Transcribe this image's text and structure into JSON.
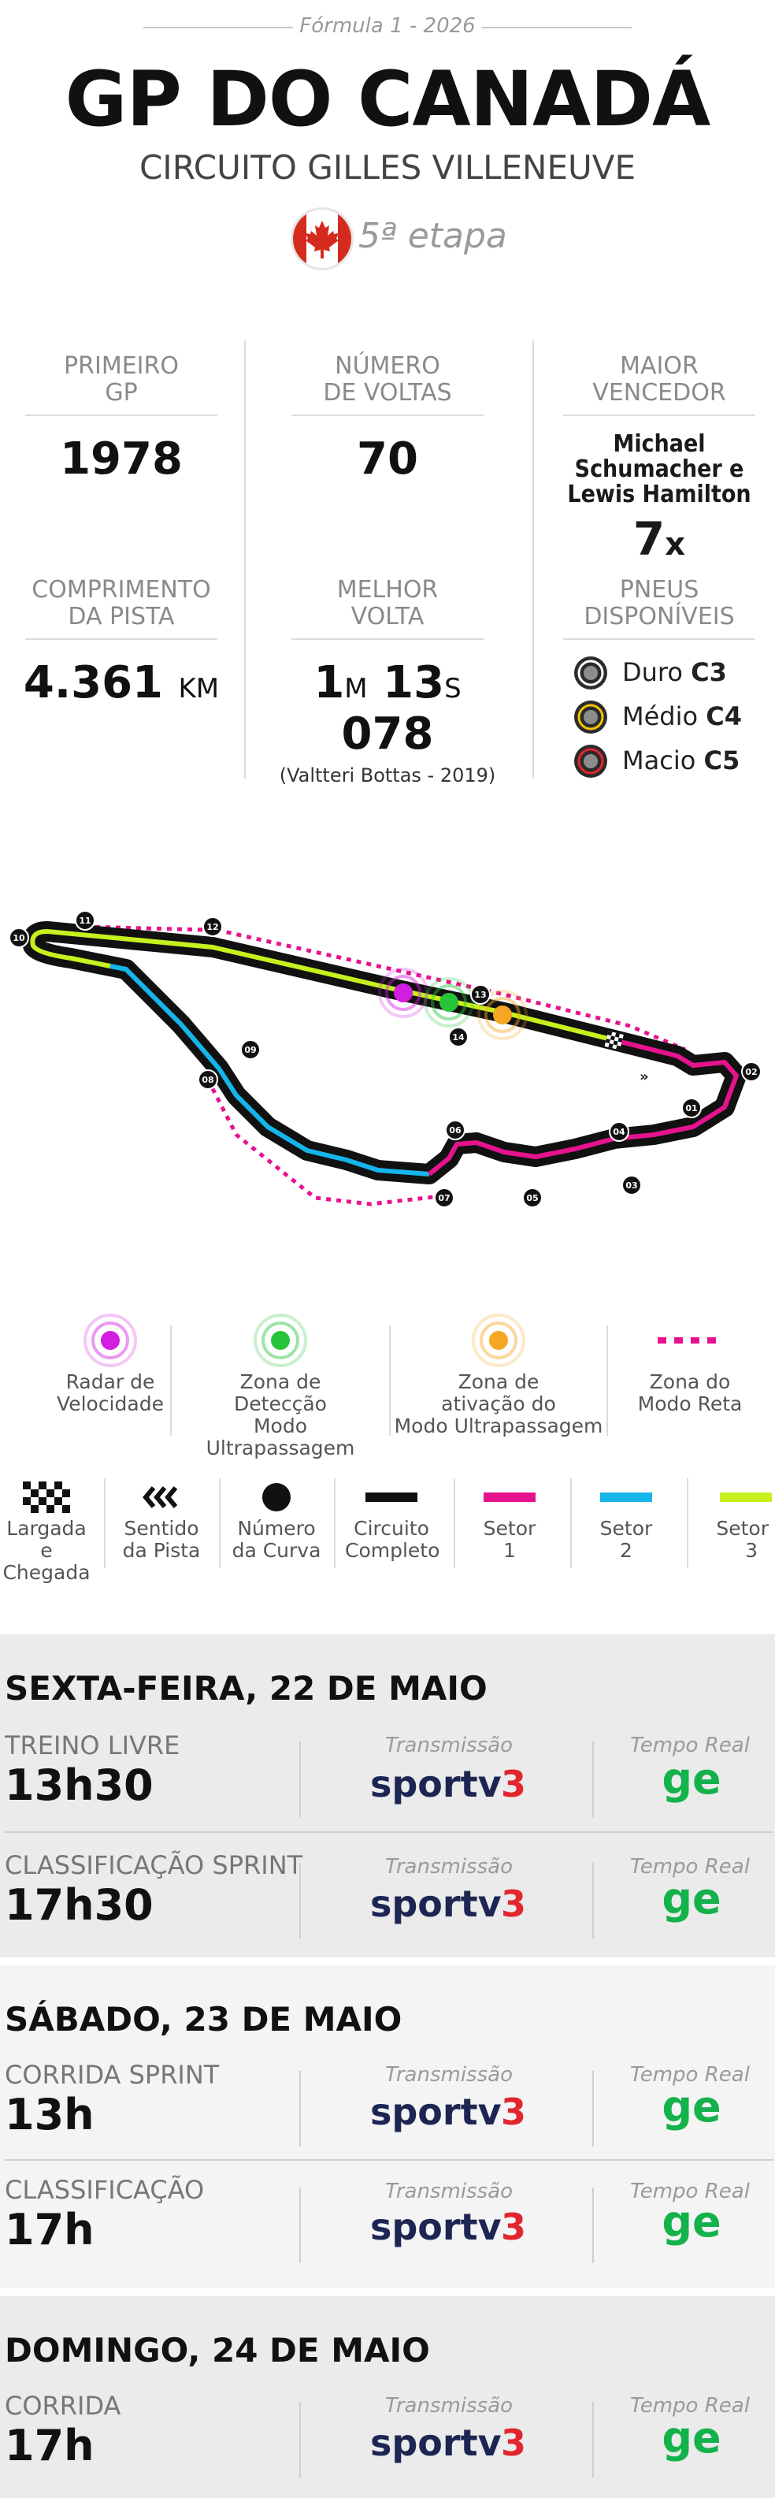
{
  "header": {
    "season": "Fórmula 1 - 2026",
    "title": "GP DO CANADÁ",
    "circuit": "CIRCUITO GILLES VILLENEUVE",
    "stage": "5ª etapa"
  },
  "stats": {
    "first_gp": {
      "label_l1": "PRIMEIRO",
      "label_l2": "GP",
      "value": "1978"
    },
    "laps": {
      "label_l1": "NÚMERO",
      "label_l2": "DE VOLTAS",
      "value": "70"
    },
    "top_winner": {
      "label_l1": "MAIOR",
      "label_l2": "VENCEDOR",
      "name_l1": "Michael",
      "name_l2": "Schumacher e",
      "name_l3": "Lewis Hamilton",
      "count": "7",
      "count_suffix": "x"
    },
    "track_length": {
      "label_l1": "COMPRIMENTO",
      "label_l2": "DA PISTA",
      "value": "4.361",
      "unit": "KM"
    },
    "best_lap": {
      "label_l1": "MELHOR",
      "label_l2": "VOLTA",
      "min": "1",
      "min_unit": "M",
      "sec": "13",
      "sec_unit": "S",
      "ms": "078",
      "by": "(Valtteri Bottas  - 2019)"
    },
    "tyres": {
      "label_l1": "PNEUS",
      "label_l2": "DISPONÍVEIS",
      "items": [
        {
          "name": "Duro",
          "code": "C3",
          "color": "#ffffff"
        },
        {
          "name": "Médio",
          "code": "C4",
          "color": "#f5c400"
        },
        {
          "name": "Macio",
          "code": "C5",
          "color": "#e3262d"
        }
      ]
    }
  },
  "track": {
    "turns": [
      "01",
      "02",
      "03",
      "04",
      "05",
      "06",
      "07",
      "08",
      "09",
      "10",
      "11",
      "12",
      "13",
      "14"
    ],
    "colors": {
      "sector1": "#e6138e",
      "sector2": "#15b5ea",
      "sector3": "#c6f01e",
      "speed_radar": "#d21ee0",
      "detection": "#27c43a",
      "activation": "#f5a623"
    }
  },
  "legend1": {
    "speed_radar": {
      "l1": "Radar de",
      "l2": "Velocidade"
    },
    "detection": {
      "l1": "Zona de",
      "l2": "Detecção",
      "l3": "Modo Ultrapassagem"
    },
    "activation": {
      "l1": "Zona de",
      "l2": "ativação do",
      "l3": "Modo Ultrapassagem"
    },
    "straight": {
      "l1": "Zona do",
      "l2": "Modo Reta"
    }
  },
  "legend2": {
    "start": {
      "l1": "Largada e",
      "l2": "Chegada"
    },
    "direction": {
      "l1": "Sentido",
      "l2": "da Pista"
    },
    "turn": {
      "l1": "Número",
      "l2": "da Curva"
    },
    "circuit": {
      "l1": "Circuito",
      "l2": "Completo"
    },
    "s1": {
      "l1": "Setor",
      "l2": "1"
    },
    "s2": {
      "l1": "Setor",
      "l2": "2"
    },
    "s3": {
      "l1": "Setor",
      "l2": "3"
    }
  },
  "schedule": {
    "transmission_label": "Transmissão",
    "realtime_label": "Tempo Real",
    "broadcaster": {
      "prefix": "sportv",
      "number": "3"
    },
    "realtime_brand": "ge",
    "days": [
      {
        "title": "SEXTA-FEIRA, 22 DE MAIO",
        "sessions": [
          {
            "name": "TREINO LIVRE",
            "time": "13h30"
          },
          {
            "name": "CLASSIFICAÇÃO SPRINT",
            "time": "17h30"
          }
        ]
      },
      {
        "title": "SÁBADO, 23 DE MAIO",
        "sessions": [
          {
            "name": "CORRIDA SPRINT",
            "time": "13h"
          },
          {
            "name": "CLASSIFICAÇÃO",
            "time": "17h"
          }
        ]
      },
      {
        "title": "DOMINGO, 24 DE MAIO",
        "sessions": [
          {
            "name": "CORRIDA",
            "time": "17h"
          }
        ]
      }
    ]
  }
}
